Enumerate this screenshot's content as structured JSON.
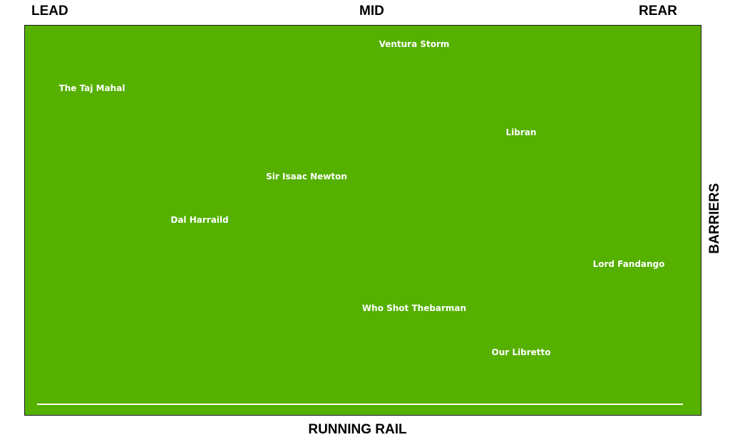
{
  "labels": {
    "lead": "LEAD",
    "mid": "MID",
    "rear": "REAR",
    "running_rail": "RUNNING RAIL",
    "barriers": "BARRIERS"
  },
  "colors": {
    "field": "#55b000",
    "text_on_field": "#ffffff",
    "rail_line": "#ffffff"
  },
  "horses": [
    {
      "name": "Ventura Storm"
    },
    {
      "name": "The Taj Mahal"
    },
    {
      "name": "Libran"
    },
    {
      "name": "Sir Isaac Newton"
    },
    {
      "name": "Dal Harraild"
    },
    {
      "name": "Lord Fandango"
    },
    {
      "name": "Who Shot Thebarman"
    },
    {
      "name": "Our Libretto"
    }
  ]
}
